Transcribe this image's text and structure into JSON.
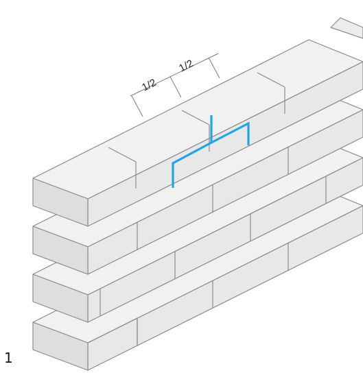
{
  "figure": {
    "number": "1"
  },
  "dimensions": {
    "left_label": "1/2",
    "right_label": "1/2"
  },
  "colors": {
    "highlight_line": "#1ea7e1",
    "brick_top": "#f1f1f1",
    "brick_front": "#e8e8e8",
    "brick_side": "#d9d9d9",
    "stroke": "#8a8a8a",
    "dim_line": "#7a7a7a"
  }
}
